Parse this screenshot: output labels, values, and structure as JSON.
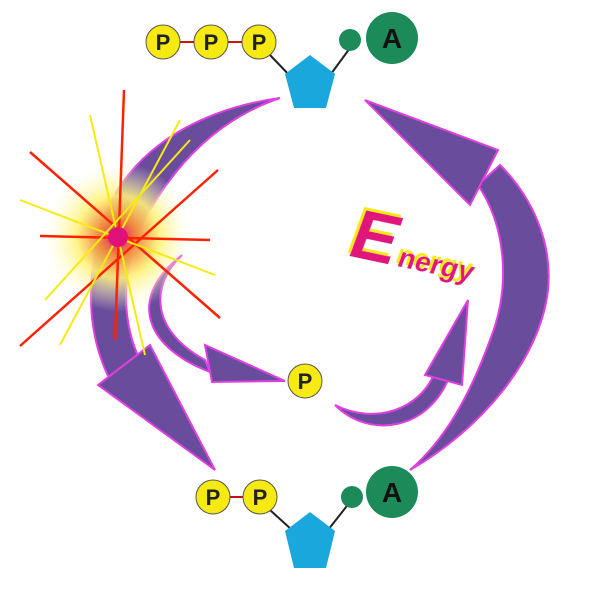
{
  "diagram": {
    "top_molecule": {
      "phosphates": [
        "P",
        "P",
        "P"
      ],
      "base": "A"
    },
    "bottom_molecule": {
      "phosphates": [
        "P",
        "P"
      ],
      "base": "A"
    },
    "free_phosphate": "P",
    "energy_label": {
      "big_letter": "E",
      "rest": "nergy"
    },
    "colors": {
      "phosphate": "#f6ea12",
      "sugar": "#1aa8dc",
      "base": "#1d8a5a",
      "arrow": "#6a4c9c",
      "arrow_edge": "#e040e0",
      "energy": "#e0127a",
      "energy_shadow": "#f6ea12"
    }
  }
}
